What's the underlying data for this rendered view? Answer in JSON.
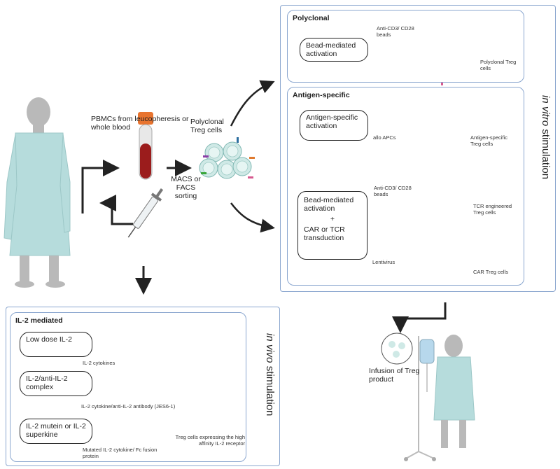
{
  "source": {
    "pbmc": "PBMCs from leucopheresis or whole blood",
    "polyclonal_treg": "Polyclonal Treg cells",
    "macs": "MACS or FACS sorting"
  },
  "invitro": {
    "title_italic": "in vitro",
    "title_rest": " stimulation",
    "polyclonal": {
      "header": "Polyclonal",
      "activation": "Bead-mediated activation",
      "beads": "Anti-CD3/ CD28 beads",
      "result": "Polyclonal Treg cells"
    },
    "antigen": {
      "header": "Antigen-specific",
      "activation": "Antigen-specific activation",
      "apc": "allo APCs",
      "result": "Antigen-specific Treg cells",
      "beads": "Anti-CD3/ CD28 beads",
      "bead_activation": "Bead-mediated activation",
      "plus": "+",
      "transduction": "CAR or TCR transduction",
      "lentivirus": "Lentivirus",
      "tcr_result": "TCR engineered Treg cells",
      "car_result": "CAR Treg cells"
    }
  },
  "infusion": "Infusion of Treg product",
  "invivo": {
    "title_italic": "in vivo",
    "title_rest": " stimulation",
    "header": "IL-2 mediated",
    "low_dose": "Low dose IL-2",
    "cytokines": "IL-2 cytokines",
    "complex": "IL-2/anti-IL-2 complex",
    "complex_note": "IL-2 cytokine/anti-IL-2 antibody (JES6-1)",
    "mutein": "IL-2 mutein or IL-2 superkine",
    "mutein_note": "Mutated IL-2 cytokine/ Fc fusion protein",
    "result": "Treg cells expressing the high affinity IL-2 receptor"
  },
  "colors": {
    "panel_border": "#8aa6cf",
    "cell_fill": "#cfe9e6",
    "cell_stroke": "#7fb7b2",
    "gown": "#b6dcdc",
    "skin": "#b9b9b9",
    "blood": "#9b1c1c",
    "bead": "#1e4f6e",
    "apc": "#8c6bbf",
    "il2": "#c83b3b"
  }
}
